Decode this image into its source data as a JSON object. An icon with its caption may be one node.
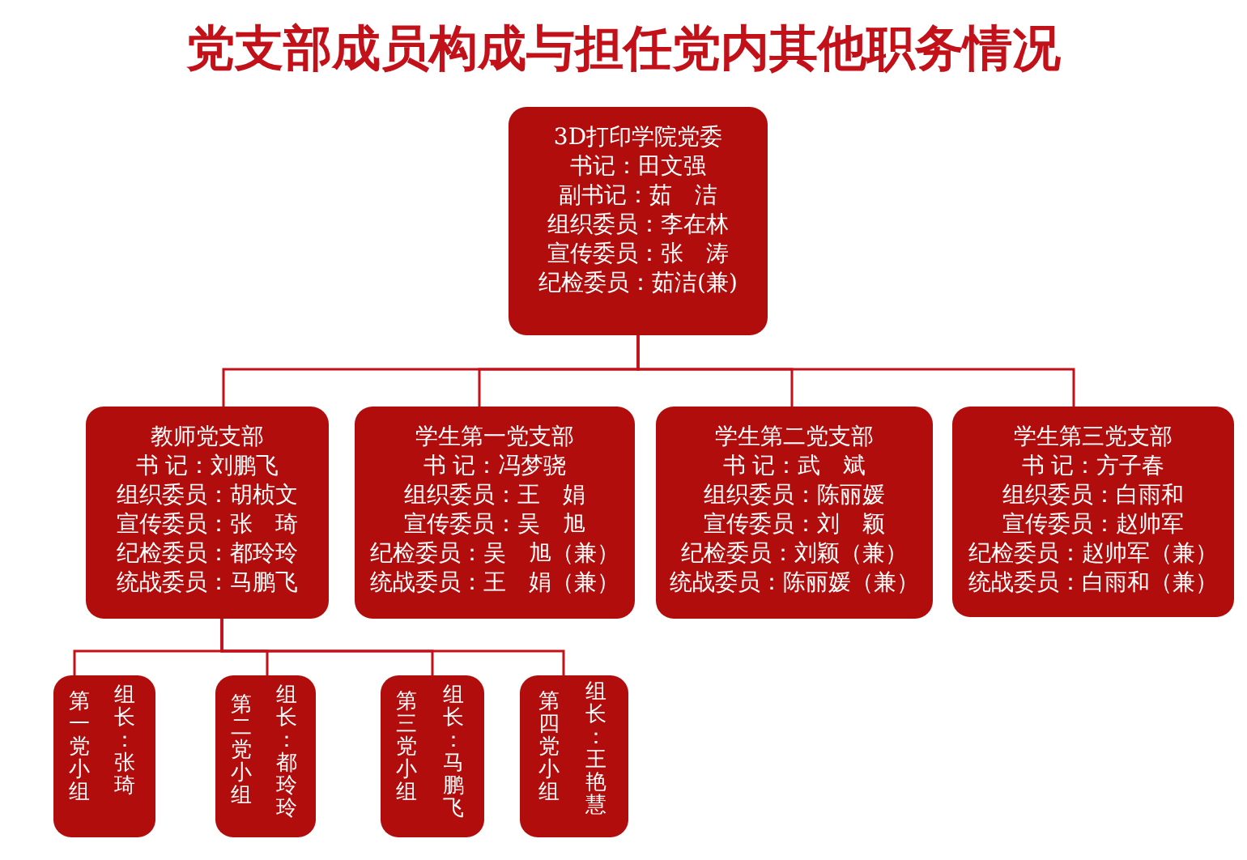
{
  "diagram": {
    "title": "党支部成员构成与担任党内其他职务情况",
    "nodes": [
      {
        "text": [
          "3D打印学院党委",
          "书记：田文强",
          "副书记：茹　洁",
          "组织委员：李在林",
          "宣传委员：张　涛",
          "纪检委员：茹洁(兼)"
        ]
      },
      {
        "text": [
          "教师党支部",
          "书 记：刘鹏飞",
          "组织委员：胡桢文",
          "宣传委员：张　琦",
          "纪检委员：都玲玲",
          "统战委员：马鹏飞"
        ]
      },
      {
        "text": [
          "学生第一党支部",
          "书 记：冯梦骁",
          "组织委员：王　娟",
          "宣传委员：吴　旭",
          "纪检委员：吴　旭（兼）",
          "统战委员：王　娟（兼）"
        ]
      },
      {
        "text": [
          "学生第二党支部",
          "书 记：武　斌",
          "组织委员：陈丽媛",
          "宣传委员：刘　颖",
          "纪检委员：刘颖（兼）",
          "统战委员：陈丽媛（兼）"
        ]
      },
      {
        "text": [
          "学生第三党支部",
          "书 记：方子春",
          "组织委员：白雨和",
          "宣传委员：赵帅军",
          "纪检委员：赵帅军（兼）",
          "统战委员：白雨和（兼）"
        ]
      },
      {
        "text": [
          "第一党小组",
          "组长：张琦"
        ]
      },
      {
        "text": [
          "第二党小组",
          "组长：都玲玲"
        ]
      },
      {
        "text": [
          "第三党小组",
          "组长：马鹏飞"
        ]
      },
      {
        "text": [
          "第四党小组",
          "组长：王艳慧"
        ]
      }
    ],
    "edges": [
      {
        "from": 0,
        "to": 1,
        "arrow": "none"
      },
      {
        "from": 0,
        "to": 2,
        "arrow": "none"
      },
      {
        "from": 0,
        "to": 3,
        "arrow": "none"
      },
      {
        "from": 0,
        "to": 4,
        "arrow": "none"
      },
      {
        "from": 1,
        "to": 5,
        "arrow": "none"
      },
      {
        "from": 1,
        "to": 6,
        "arrow": "none"
      },
      {
        "from": 1,
        "to": 7,
        "arrow": "none"
      },
      {
        "from": 1,
        "to": 8,
        "arrow": "none"
      }
    ]
  }
}
